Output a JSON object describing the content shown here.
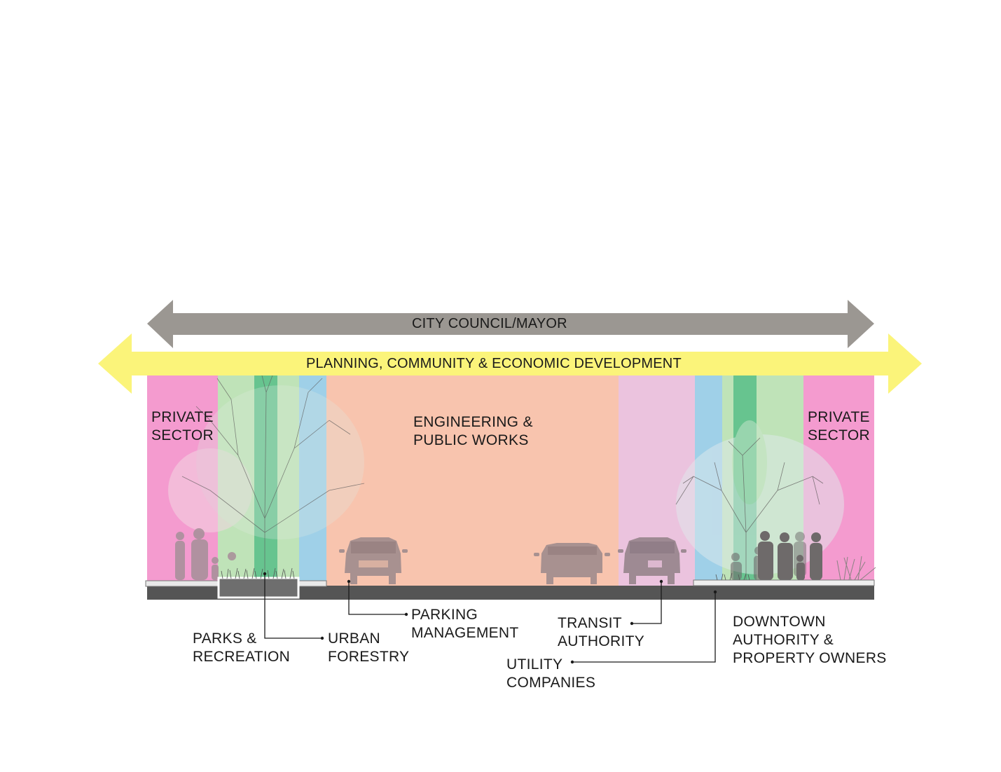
{
  "diagram": {
    "arrows": [
      {
        "id": "city-council",
        "label": "CITY COUNCIL/MAYOR",
        "color": "#9b9792"
      },
      {
        "id": "planning",
        "label": "PLANNING, COMMUNITY & ECONOMIC DEVELOPMENT",
        "color": "#fbf47a"
      }
    ],
    "zones": [
      {
        "id": "private-sector-left",
        "label": "PRIVATE\nSECTOR",
        "color": "#f49bcf"
      },
      {
        "id": "parks-left-a",
        "color": "#bfe3b8"
      },
      {
        "id": "forestry-left",
        "color": "#67c48f"
      },
      {
        "id": "parks-left-b",
        "color": "#bfe3b8"
      },
      {
        "id": "utility-left",
        "color": "#9fd0e8"
      },
      {
        "id": "engineering",
        "label": "ENGINEERING &\nPUBLIC WORKS",
        "color": "#f8c4ae"
      },
      {
        "id": "transit",
        "color": "#ebc3de"
      },
      {
        "id": "utility-right",
        "color": "#9fd0e8"
      },
      {
        "id": "parks-right-a",
        "color": "#bfe3b8"
      },
      {
        "id": "forestry-right",
        "color": "#67c48f"
      },
      {
        "id": "parks-right-b",
        "color": "#bfe3b8"
      },
      {
        "id": "private-sector-right",
        "label": "PRIVATE\nSECTOR",
        "color": "#f49bcf"
      }
    ],
    "callouts": [
      {
        "id": "parks-recreation",
        "label": "PARKS &\nRECREATION"
      },
      {
        "id": "urban-forestry",
        "label": "URBAN\nFORESTRY"
      },
      {
        "id": "parking-management",
        "label": "PARKING\nMANAGEMENT"
      },
      {
        "id": "transit-authority",
        "label": "TRANSIT\nAUTHORITY"
      },
      {
        "id": "utility-companies",
        "label": "UTILITY\nCOMPANIES"
      },
      {
        "id": "downtown-authority",
        "label": "DOWNTOWN\nAUTHORITY &\nPROPERTY OWNERS"
      }
    ],
    "colors": {
      "road": "#555555",
      "curb": "#e9e9e9",
      "silhouette": "#8a7f80",
      "leader": "#1a1a1a"
    }
  }
}
